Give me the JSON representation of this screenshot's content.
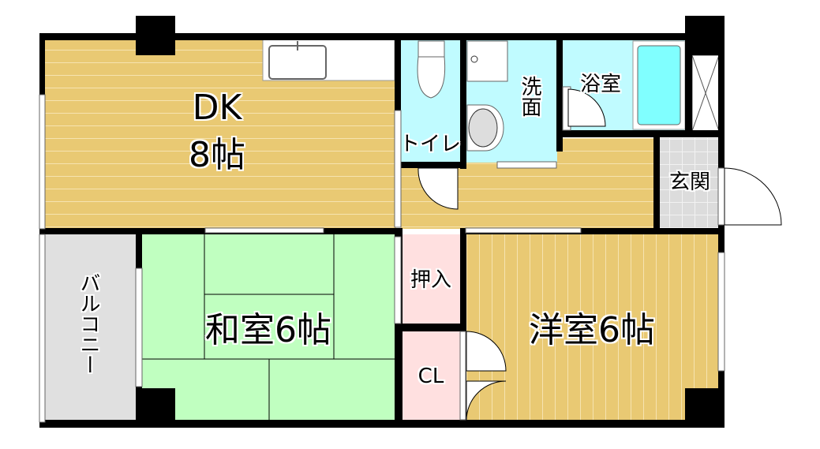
{
  "rooms": {
    "dk": {
      "name": "DK",
      "size": "8帖"
    },
    "toilet": "トイレ",
    "washroom": "洗面",
    "bath": "浴室",
    "entrance": "玄関",
    "balcony": "バルコニー",
    "washitsu": "和室6帖",
    "oshiire": "押入",
    "closet": "CL",
    "youshitsu": "洋室6帖"
  },
  "colors": {
    "flooring": "#e9c973",
    "wet_area": "#c0fbff",
    "bathtub": "#80ffff",
    "tatami": "#c0ffc0",
    "storage": "#ffe0e0",
    "balcony": "#e0e0e0",
    "entrance_tile": "#dcdcdc",
    "wall": "#000000"
  }
}
